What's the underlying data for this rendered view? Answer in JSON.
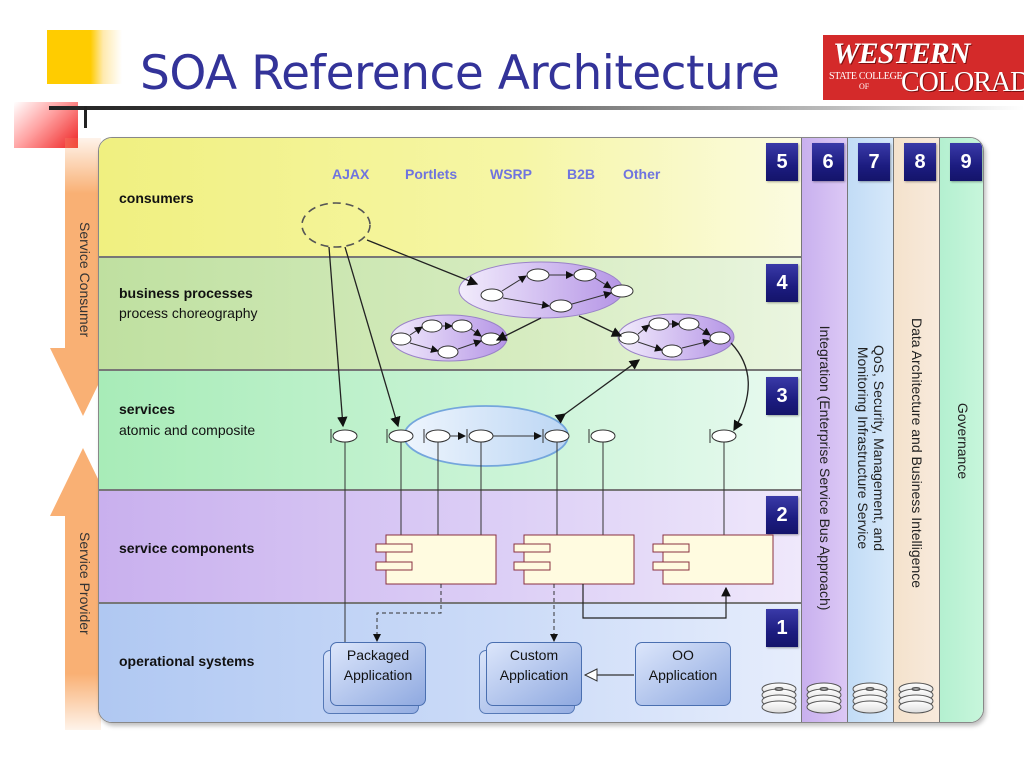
{
  "slide": {
    "title": "SOA Reference Architecture",
    "logo": {
      "line1": "WESTERN",
      "line2": "STATE COLLEGE",
      "line3": "OF",
      "line4": "COLORADO"
    }
  },
  "side_arrows": {
    "consumer": "Service Consumer",
    "provider": "Service Provider"
  },
  "layers": [
    {
      "number": "5",
      "title": "consumers",
      "subtitle": ""
    },
    {
      "number": "4",
      "title": "business processes",
      "subtitle": "process choreography"
    },
    {
      "number": "3",
      "title": "services",
      "subtitle": "atomic and composite"
    },
    {
      "number": "2",
      "title": "service components",
      "subtitle": ""
    },
    {
      "number": "1",
      "title": "operational systems",
      "subtitle": ""
    }
  ],
  "consumer_channels": [
    "AJAX",
    "Portlets",
    "WSRP",
    "B2B",
    "Other"
  ],
  "columns": [
    {
      "number": "6",
      "label": "Integration (Enterprise Service Bus Approach)"
    },
    {
      "number": "7",
      "label": "QoS, Security, Management, and\nMonitoring Infrastructure Service",
      "line1": "QoS, Security, Management, and",
      "line2": "Monitoring Infrastructure Service"
    },
    {
      "number": "8",
      "label": "Data Architecture and Business Intelligence"
    },
    {
      "number": "9",
      "label": "Governance"
    }
  ],
  "applications": [
    {
      "line1": "Packaged",
      "line2": "Application"
    },
    {
      "line1": "Custom",
      "line2": "Application"
    },
    {
      "line1": "OO",
      "line2": "Application"
    }
  ],
  "colors": {
    "title": "#333399",
    "channel_text": "#6f74df",
    "badge": "#1c1c80",
    "side_arrow": "#f9b074",
    "logo_bg": "#d42a2a"
  }
}
